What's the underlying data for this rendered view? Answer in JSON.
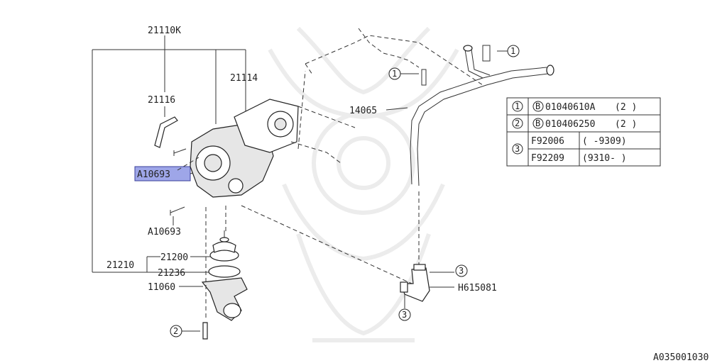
{
  "callouts": {
    "c21110k": "21110K",
    "c21116": "21116",
    "c21114": "21114",
    "c14065": "14065",
    "a10693_hl": "A10693",
    "a10693": "A10693",
    "c21200": "21200",
    "c21210": "21210",
    "c21236": "21236",
    "c11060": "11060",
    "h615081": "H615081"
  },
  "markers": {
    "one": "1",
    "two": "2",
    "three": "3",
    "b": "B"
  },
  "parts_table": {
    "row1": {
      "ref": "1",
      "part": "010406​10A",
      "qty": "(2  )"
    },
    "row2": {
      "ref": "2",
      "part": "010406250",
      "qty": "(2  )"
    },
    "row3a": {
      "part": "F92006",
      "range": "(      -9309)"
    },
    "row3b": {
      "part": "F92209",
      "range": "(9310-       )"
    }
  },
  "diagram_code": "A035001030"
}
